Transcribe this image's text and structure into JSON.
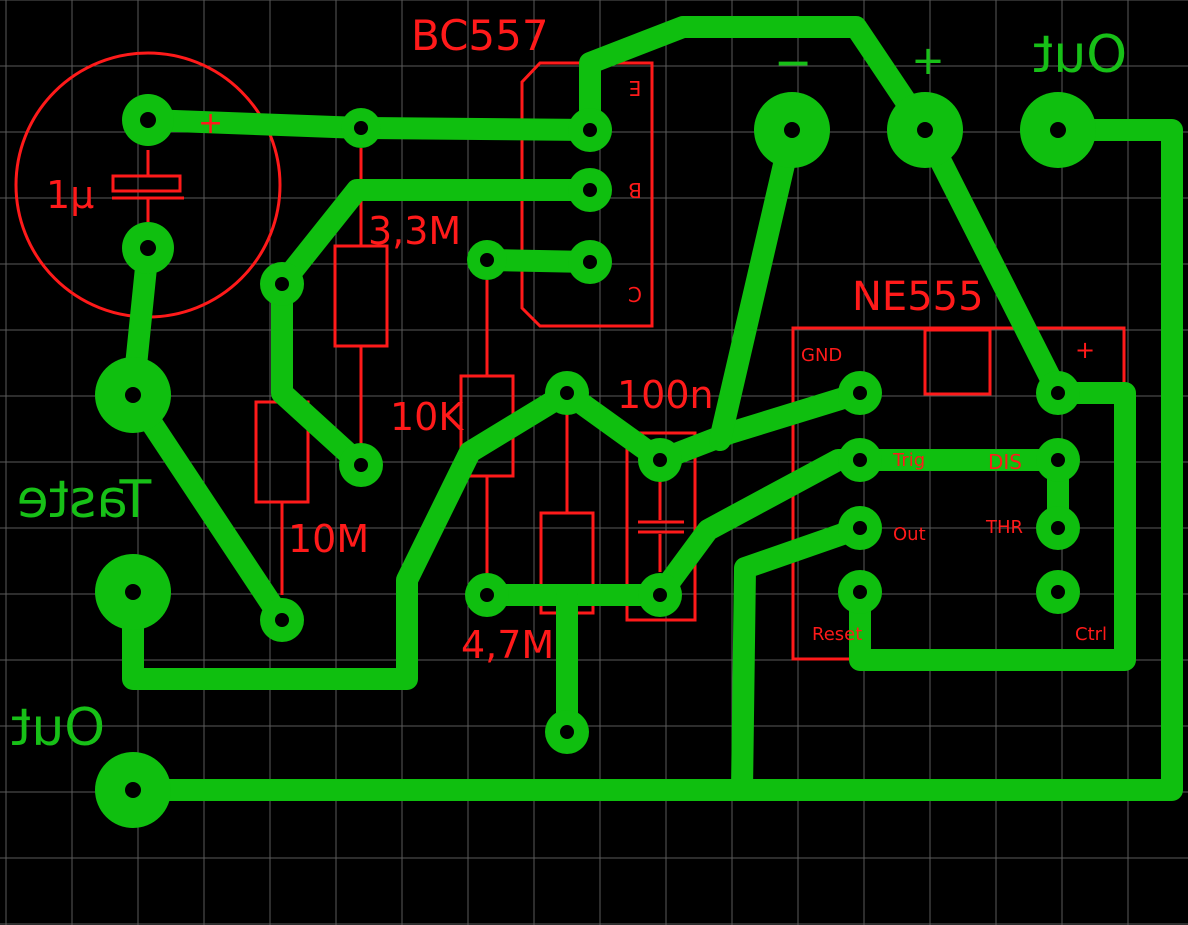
{
  "colors": {
    "background": "#000000",
    "grid": "#5a5a5a",
    "copper": "#0fbf0f",
    "silkscreen": "#ff1a1a",
    "drill": "#000000"
  },
  "labels": {
    "bc557": "BC557",
    "pin_e": "E",
    "pin_b": "B",
    "pin_c": "C",
    "cap_1u": "1µ",
    "plus_cap": "+",
    "r_3_3m": "3,3M",
    "r_10k": "10K",
    "c_100n": "100n",
    "r_10m": "10M",
    "r_4_7m": "4,7M",
    "ne555": "NE555",
    "gnd": "GND",
    "plus_ic": "+",
    "trig": "Trig",
    "dis": "DIS",
    "out_ic": "Out",
    "thr": "THR",
    "reset": "Reset",
    "ctrl": "Ctrl"
  },
  "copper_text": {
    "minus": "−",
    "plus": "+",
    "out_top": "Out",
    "taste": "Taste",
    "out_left": "Out"
  }
}
